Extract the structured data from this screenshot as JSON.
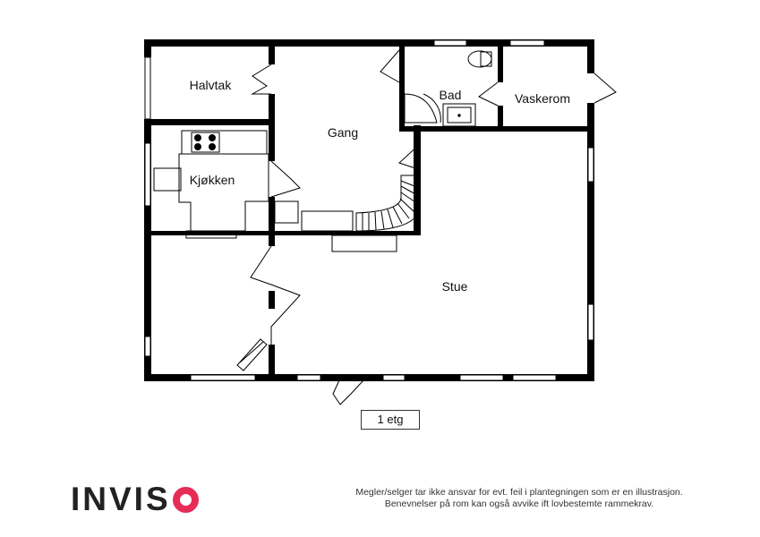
{
  "floorplan": {
    "rooms": {
      "halvtak": "Halvtak",
      "gang": "Gang",
      "bad": "Bad",
      "vaskerom": "Vaskerom",
      "kjokken": "Kjøkken",
      "stue": "Stue"
    },
    "floor_label": "1 etg"
  },
  "brand": {
    "name_letters": "INVIS",
    "name": "INVISO",
    "accent_color": "#e62d57"
  },
  "disclaimer": {
    "line1": "Megler/selger tar ikke ansvar for evt. feil i plantegningen som er en illustrasjon.",
    "line2": "Benevnelser på rom kan også avvike ift lovbestemte rammekrav."
  }
}
